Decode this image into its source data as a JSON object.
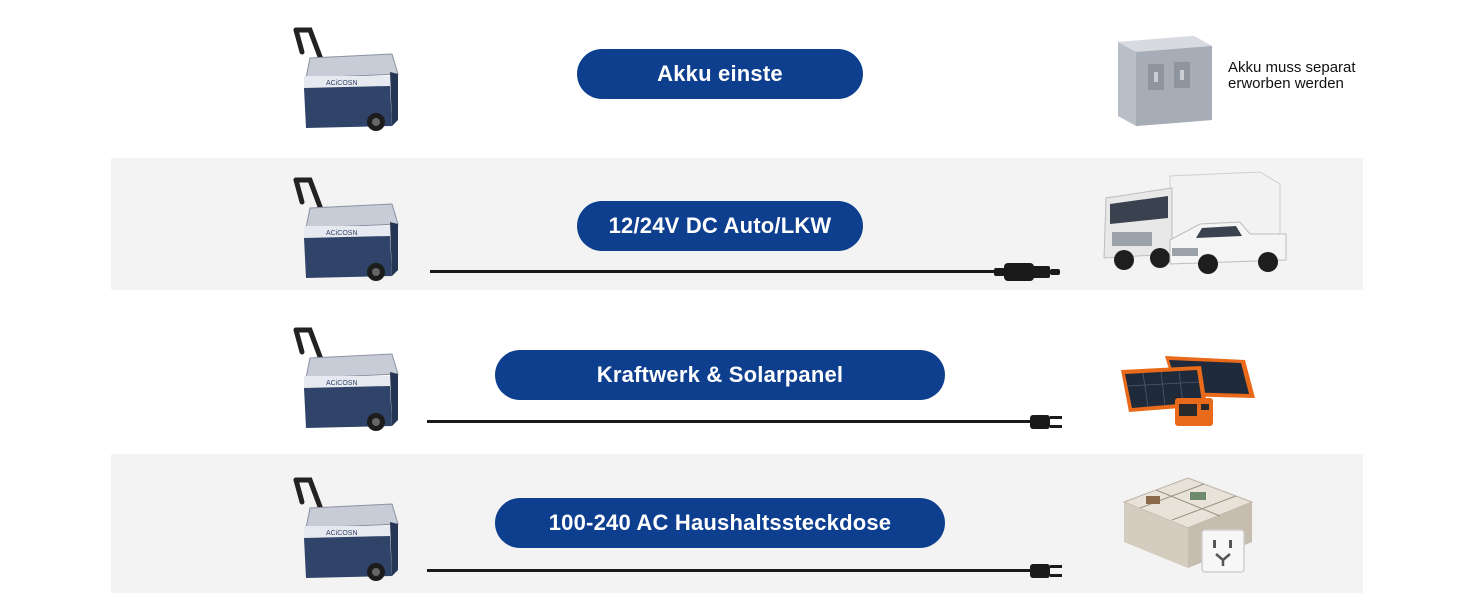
{
  "rows": [
    {
      "label": "Akku einste",
      "device": "battery-pack",
      "note": [
        "Akku muss separat",
        "erworben werden"
      ],
      "cable": "none"
    },
    {
      "label": "12/24V DC Auto/LKW",
      "device": "truck-and-pickup",
      "cable": "car-plug"
    },
    {
      "label": "Kraftwerk & Solarpanel",
      "device": "power-station-solar-panels",
      "cable": "ac-plug"
    },
    {
      "label": "100-240 AC Haushaltssteckdose",
      "device": "house-and-wall-socket",
      "cable": "ac-plug"
    }
  ],
  "cooler": {
    "brand": "ACiCOSN"
  },
  "colors": {
    "pill": "#0e3f8f",
    "band": "#f3f3f3",
    "cooler_body": "#2f4468",
    "cooler_lid": "#c7ccd6"
  }
}
